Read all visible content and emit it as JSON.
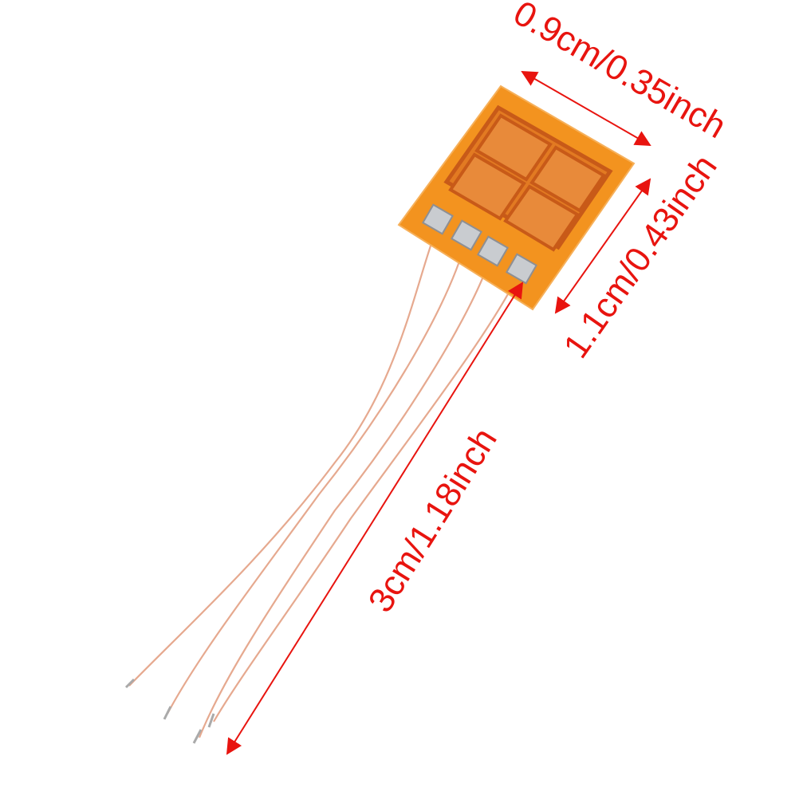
{
  "annotations": {
    "width": "0.9cm/0.35inch",
    "height": "1.1cm/0.43inch",
    "lead_length": "3cm/1.18inch"
  },
  "colors": {
    "annotation": "#e8140f",
    "substrate": "#f08a1c",
    "grid": "#d9641a",
    "wire": "#e6a98f",
    "solder": "#c9ccd0"
  }
}
